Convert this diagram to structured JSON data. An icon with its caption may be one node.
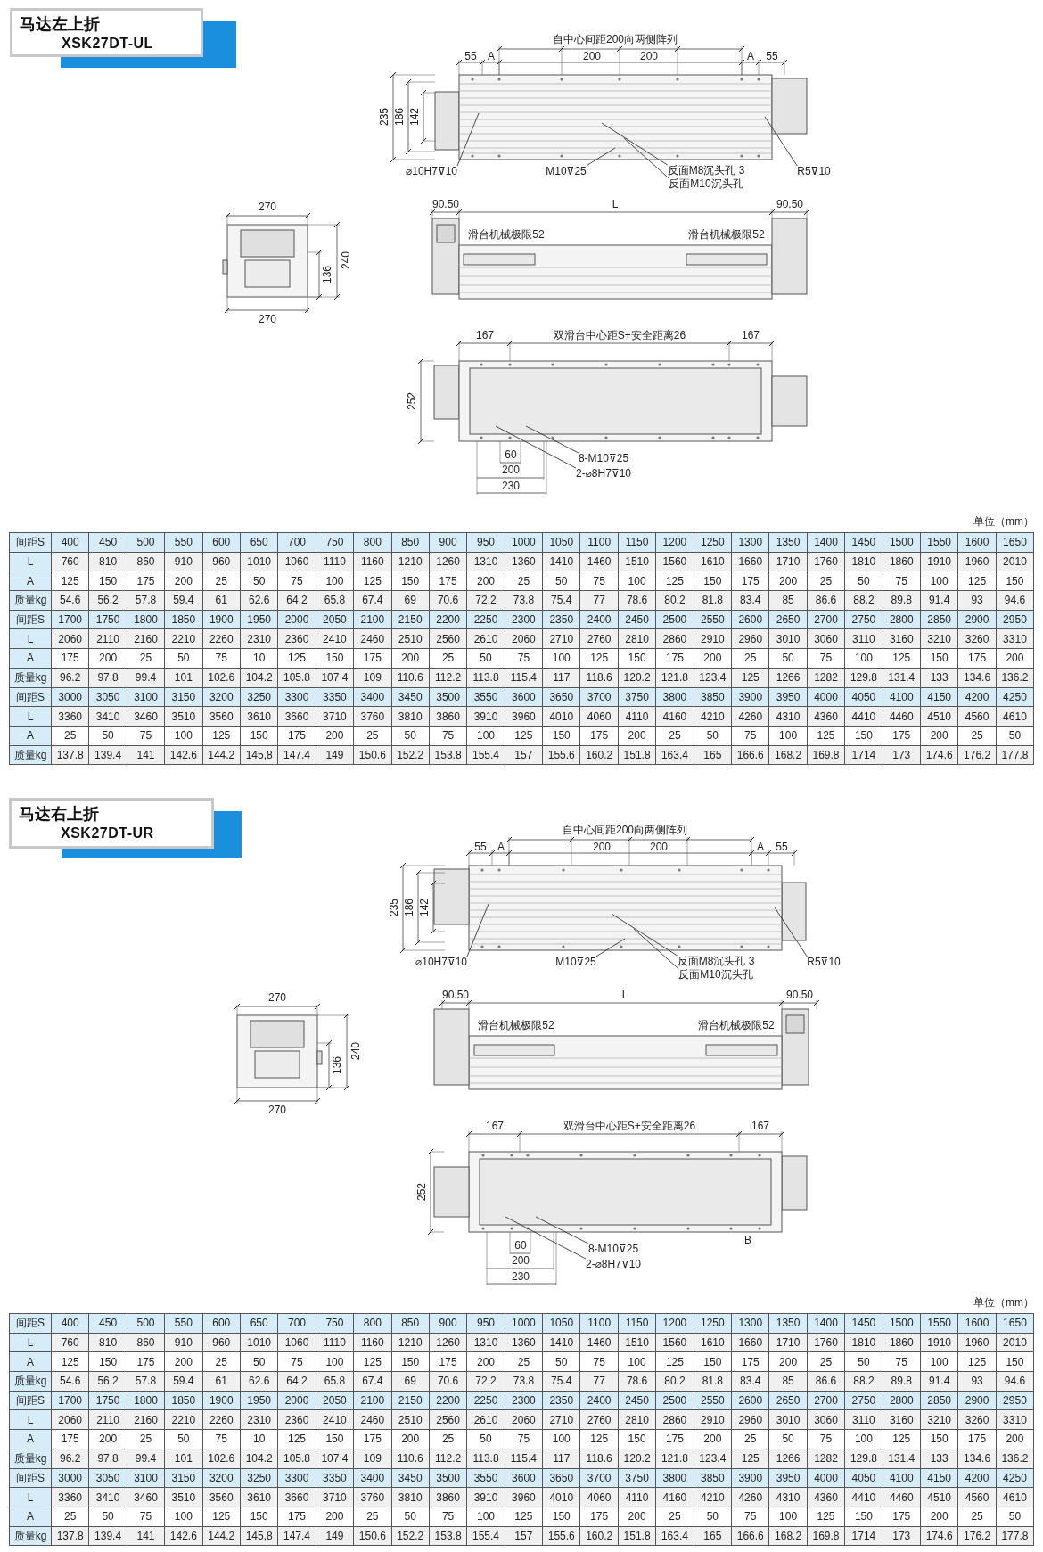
{
  "diagram": {
    "nodes": [
      {
        "text": [
          "⌀10H7⊽10"
        ]
      },
      {
        "text": [
          "M10⊽25"
        ]
      },
      {
        "text": [
          "反面M8沉头孔 3"
        ]
      },
      {
        "text": [
          "反面M10沉头孔"
        ]
      },
      {
        "text": [
          "R5⊽10"
        ]
      },
      {
        "text": [
          "8-M10⊽25"
        ]
      },
      {
        "text": [
          "2-⌀8H7⊽10"
        ]
      },
      {
        "text": [
          "⌀10H7⊽10"
        ]
      },
      {
        "text": [
          "M10⊽25"
        ]
      },
      {
        "text": [
          "反面M8沉头孔 3"
        ]
      },
      {
        "text": [
          "反面M10沉头孔"
        ]
      },
      {
        "text": [
          "R5⊽10"
        ]
      },
      {
        "text": [
          "8-M10⊽25"
        ]
      },
      {
        "text": [
          "2-⌀8H7⊽10"
        ]
      }
    ],
    "edges": [
      {
        "from": 0,
        "to": null,
        "arrow": "none"
      },
      {
        "from": 1,
        "to": null,
        "arrow": "none"
      },
      {
        "from": 2,
        "to": null,
        "arrow": "none"
      },
      {
        "from": 3,
        "to": null,
        "arrow": "none"
      },
      {
        "from": 4,
        "to": null,
        "arrow": "none"
      },
      {
        "from": 5,
        "to": null,
        "arrow": "none"
      },
      {
        "from": 6,
        "to": null,
        "arrow": "none"
      },
      {
        "from": 7,
        "to": null,
        "arrow": "none"
      },
      {
        "from": 8,
        "to": null,
        "arrow": "none"
      },
      {
        "from": 9,
        "to": null,
        "arrow": "none"
      },
      {
        "from": 10,
        "to": null,
        "arrow": "none"
      },
      {
        "from": 11,
        "to": null,
        "arrow": "none"
      },
      {
        "from": 12,
        "to": null,
        "arrow": "none"
      },
      {
        "from": 13,
        "to": null,
        "arrow": "none"
      }
    ],
    "labels": [
      "马达左上折",
      "XSK27DT-UL",
      "自中心间距200向两侧阵列",
      "55",
      "A",
      "200",
      "200",
      "A",
      "55",
      "235",
      "186",
      "142",
      "90.50",
      "L",
      "90.50",
      "滑台机械极限52",
      "滑台机械极限52",
      "270",
      "240",
      "136",
      "270",
      "167",
      "双滑台中心距S+安全距离26",
      "167",
      "252",
      "60",
      "200",
      "230",
      "单位（mm）",
      "间距S",
      "400",
      "450",
      "500",
      "550",
      "600",
      "650",
      "700",
      "750",
      "800",
      "850",
      "900",
      "950",
      "1000",
      "1050",
      "1100",
      "1150",
      "1200",
      "1250",
      "1300",
      "1350",
      "1400",
      "1450",
      "1500",
      "1550",
      "1600",
      "1650",
      "L",
      "760",
      "810",
      "860",
      "910",
      "960",
      "1010",
      "1060",
      "1110",
      "1160",
      "1210",
      "1260",
      "1310",
      "1360",
      "1410",
      "1460",
      "1510",
      "1560",
      "1610",
      "1660",
      "1710",
      "1760",
      "1810",
      "1860",
      "1910",
      "1960",
      "2010",
      "A",
      "125",
      "150",
      "175",
      "200",
      "25",
      "50",
      "75",
      "100",
      "125",
      "150",
      "175",
      "200",
      "25",
      "50",
      "75",
      "100",
      "125",
      "150",
      "175",
      "200",
      "25",
      "50",
      "75",
      "100",
      "125",
      "150",
      "质量kg",
      "54.6",
      "56.2",
      "57.8",
      "59.4",
      "61",
      "62.6",
      "64.2",
      "65.8",
      "67.4",
      "69",
      "70.6",
      "72.2",
      "73.8",
      "75.4",
      "77",
      "78.6",
      "80.2",
      "81.8",
      "83.4",
      "85",
      "86.6",
      "88.2",
      "89.8",
      "91.4",
      "93",
      "94.6",
      "间距S",
      "1700",
      "1750",
      "1800",
      "1850",
      "1900",
      "1950",
      "2000",
      "2050",
      "2100",
      "2150",
      "2200",
      "2250",
      "2300",
      "2350",
      "2400",
      "2450",
      "2500",
      "2550",
      "2600",
      "2650",
      "2700",
      "2750",
      "2800",
      "2850",
      "2900",
      "2950",
      "L",
      "2060",
      "2110",
      "2160",
      "2210",
      "2260",
      "2310",
      "2360",
      "2410",
      "2460",
      "2510",
      "2560",
      "2610",
      "2060",
      "2710",
      "2760",
      "2810",
      "2860",
      "2910",
      "2960",
      "3010",
      "3060",
      "3110",
      "3160",
      "3210",
      "3260",
      "3310",
      "A",
      "175",
      "200",
      "25",
      "50",
      "75",
      "10",
      "125",
      "150",
      "175",
      "200",
      "25",
      "50",
      "75",
      "100",
      "125",
      "150",
      "175",
      "200",
      "25",
      "50",
      "75",
      "100",
      "125",
      "150",
      "175",
      "200",
      "质量kg",
      "96.2",
      "97.8",
      "99.4",
      "101",
      "102.6",
      "104.2",
      "105.8",
      "107 4",
      "109",
      "110.6",
      "112.2",
      "113.8",
      "115.4",
      "117",
      "118.6",
      "120.2",
      "121.8",
      "123.4",
      "125",
      "1266",
      "1282",
      "129.8",
      "131.4",
      "133",
      "134.6",
      "136.2",
      "间距S",
      "3000",
      "3050",
      "3100",
      "3150",
      "3200",
      "3250",
      "3300",
      "3350",
      "3400",
      "3450",
      "3500",
      "3550",
      "3600",
      "3650",
      "3700",
      "3750",
      "3800",
      "3850",
      "3900",
      "3950",
      "4000",
      "4050",
      "4100",
      "4150",
      "4200",
      "4250",
      "L",
      "3360",
      "3410",
      "3460",
      "3510",
      "3560",
      "3610",
      "3660",
      "3710",
      "3760",
      "3810",
      "3860",
      "3910",
      "3960",
      "4010",
      "4060",
      "4110",
      "4160",
      "4210",
      "4260",
      "4310",
      "4360",
      "4410",
      "4460",
      "4510",
      "4560",
      "4610",
      "A",
      "25",
      "50",
      "75",
      "100",
      "125",
      "150",
      "175",
      "200",
      "25",
      "50",
      "75",
      "100",
      "125",
      "150",
      "175",
      "200",
      "25",
      "50",
      "75",
      "100",
      "125",
      "150",
      "175",
      "200",
      "25",
      "50",
      "质量kg",
      "137.8",
      "139.4",
      "141",
      "142.6",
      "144.2",
      "145,8",
      "147.4",
      "149",
      "150.6",
      "152.2",
      "153.8",
      "155.4",
      "157",
      "155.6",
      "160.2",
      "151.8",
      "163.4",
      "165",
      "166.6",
      "168.2",
      "169.8",
      "1714",
      "173",
      "174.6",
      "176.2",
      "177.8",
      "马达右上折",
      "XSK27DT-UR",
      "自中心间距200向两侧阵列",
      "55",
      "A",
      "200",
      "200",
      "A",
      "55",
      "235",
      "186",
      "142",
      "90.50",
      "L",
      "90.50",
      "滑台机械极限52",
      "滑台机械极限52",
      "270",
      "240",
      "136",
      "270",
      "167",
      "双滑台中心距S+安全距离26",
      "167",
      "252",
      "60",
      "200",
      "230",
      "B",
      "单位（mm）",
      "间距S",
      "400",
      "450",
      "500",
      "550",
      "600",
      "650",
      "700",
      "750",
      "800",
      "850",
      "900",
      "950",
      "1000",
      "1050",
      "1100",
      "1150",
      "1200",
      "1250",
      "1300",
      "1350",
      "1400",
      "1450",
      "1500",
      "1550",
      "1600",
      "1650",
      "L",
      "760",
      "810",
      "860",
      "910",
      "960",
      "1010",
      "1060",
      "1110",
      "1160",
      "1210",
      "1260",
      "1310",
      "1360",
      "1410",
      "1460",
      "1510",
      "1560",
      "1610",
      "1660",
      "1710",
      "1760",
      "1810",
      "1860",
      "1910",
      "1960",
      "2010",
      "A",
      "125",
      "150",
      "175",
      "200",
      "25",
      "50",
      "75",
      "100",
      "125",
      "150",
      "175",
      "200",
      "25",
      "50",
      "75",
      "100",
      "125",
      "150",
      "175",
      "200",
      "25",
      "50",
      "75",
      "100",
      "125",
      "150",
      "质量kg",
      "54.6",
      "56.2",
      "57.8",
      "59.4",
      "61",
      "62.6",
      "64.2",
      "65.8",
      "67.4",
      "69",
      "70.6",
      "72.2",
      "73.8",
      "75.4",
      "77",
      "78.6",
      "80.2",
      "81.8",
      "83.4",
      "85",
      "86.6",
      "88.2",
      "89.8",
      "91.4",
      "93",
      "94.6",
      "间距S",
      "1700",
      "1750",
      "1800",
      "1850",
      "1900",
      "1950",
      "2000",
      "2050",
      "2100",
      "2150",
      "2200",
      "2250",
      "2300",
      "2350",
      "2400",
      "2450",
      "2500",
      "2550",
      "2600",
      "2650",
      "2700",
      "2750",
      "2800",
      "2850",
      "2900",
      "2950",
      "L",
      "2060",
      "2110",
      "2160",
      "2210",
      "2260",
      "2310",
      "2360",
      "2410",
      "2460",
      "2510",
      "2560",
      "2610",
      "2060",
      "2710",
      "2760",
      "2810",
      "2860",
      "2910",
      "2960",
      "3010",
      "3060",
      "3110",
      "3160",
      "3210",
      "3260",
      "3310",
      "A",
      "175",
      "200",
      "25",
      "50",
      "75",
      "10",
      "125",
      "150",
      "175",
      "200",
      "25",
      "50",
      "75",
      "100",
      "125",
      "150",
      "175",
      "200",
      "25",
      "50",
      "75",
      "100",
      "125",
      "150",
      "175",
      "200",
      "质量kg",
      "96.2",
      "97.8",
      "99.4",
      "101",
      "102.6",
      "104.2",
      "105.8",
      "107 4",
      "109",
      "110.6",
      "112.2",
      "113.8",
      "115.4",
      "117",
      "118.6",
      "120.2",
      "121.8",
      "123.4",
      "125",
      "1266",
      "1282",
      "129.8",
      "131.4",
      "133",
      "134.6",
      "136.2",
      "间距S",
      "3000",
      "3050",
      "3100",
      "3150",
      "3200",
      "3250",
      "3300",
      "3350",
      "3400",
      "3450",
      "3500",
      "3550",
      "3600",
      "3650",
      "3700",
      "3750",
      "3800",
      "3850",
      "3900",
      "3950",
      "4000",
      "4050",
      "4100",
      "4150",
      "4200",
      "4250",
      "L",
      "3360",
      "3410",
      "3460",
      "3510",
      "3560",
      "3610",
      "3660",
      "3710",
      "3760",
      "3810",
      "3860",
      "3910",
      "3960",
      "4010",
      "4060",
      "4110",
      "4160",
      "4210",
      "4260",
      "4310",
      "4360",
      "4410",
      "4460",
      "4510",
      "4560",
      "4610",
      "A",
      "25",
      "50",
      "75",
      "100",
      "125",
      "150",
      "175",
      "200",
      "25",
      "50",
      "75",
      "100",
      "125",
      "150",
      "175",
      "200",
      "25",
      "50",
      "75",
      "100",
      "125",
      "150",
      "175",
      "200",
      "25",
      "50",
      "质量kg",
      "137.8",
      "139.4",
      "141",
      "142.6",
      "144.2",
      "145,8",
      "147.4",
      "149",
      "150.6",
      "152.2",
      "153.8",
      "155.4",
      "157",
      "155.6",
      "160.2",
      "151.8",
      "163.4",
      "165",
      "166.6",
      "168.2",
      "169.8",
      "1714",
      "173",
      "174.6",
      "176.2",
      "177.8"
    ]
  }
}
